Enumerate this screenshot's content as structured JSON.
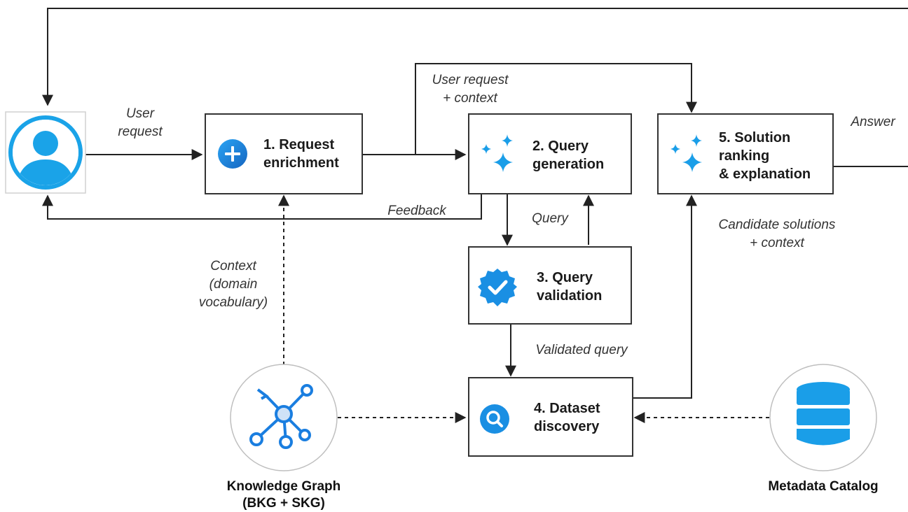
{
  "colors": {
    "accent": "#1a9ee8",
    "accent_dark": "#1677e0",
    "line": "#222222",
    "box_border": "#333333"
  },
  "nodes": {
    "user": {
      "icon": "user-avatar-icon"
    },
    "request_enrichment": {
      "title": "1. Request\nenrichment",
      "icon": "plus-circle-icon"
    },
    "query_generation": {
      "title": "2. Query\ngeneration",
      "icon": "sparkles-icon"
    },
    "query_validation": {
      "title": "3. Query\nvalidation",
      "icon": "verified-badge-icon"
    },
    "dataset_discovery": {
      "title": "4. Dataset\ndiscovery",
      "icon": "search-circle-icon"
    },
    "solution_ranking": {
      "title": "5. Solution\nranking\n& explanation",
      "icon": "sparkles-icon"
    },
    "knowledge_graph": {
      "label": "Knowledge Graph\n(BKG + SKG)",
      "icon": "graph-network-icon"
    },
    "metadata_catalog": {
      "label": "Metadata Catalog",
      "icon": "database-icon"
    }
  },
  "edges": {
    "user_request": "User\nrequest",
    "user_request_context": "User request\n+ context",
    "answer": "Answer",
    "feedback": "Feedback",
    "query": "Query",
    "context_domain": "Context\n(domain\nvocabulary)",
    "validated_query": "Validated query",
    "candidate_solutions": "Candidate solutions\n+ context"
  }
}
